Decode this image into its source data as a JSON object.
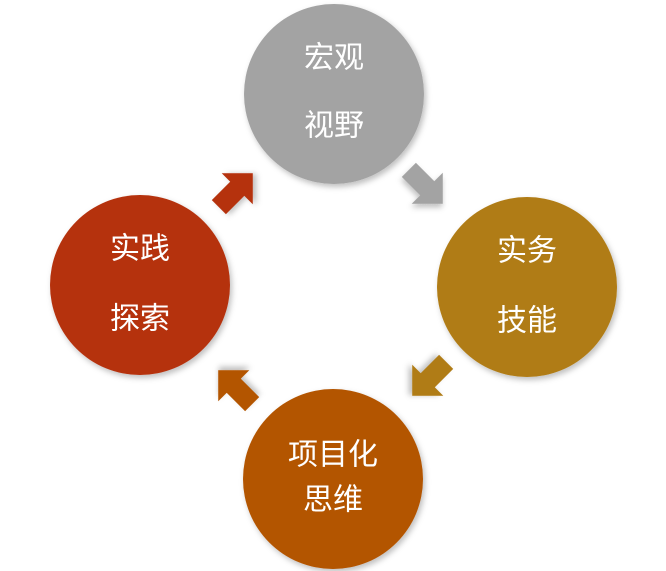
{
  "diagram": {
    "nodes": [
      {
        "id": "macro-vision",
        "lines": [
          "宏观",
          "视野"
        ],
        "color": "#a3a3a3"
      },
      {
        "id": "practical-skills",
        "lines": [
          "实务",
          "技能"
        ],
        "color": "#b07c14"
      },
      {
        "id": "project-thinking",
        "lines": [
          "项目化",
          "思维"
        ],
        "color": "#b35400"
      },
      {
        "id": "practice-exploration",
        "lines": [
          "实践",
          "探索"
        ],
        "color": "#b53210"
      }
    ],
    "arrows": [
      {
        "from": "macro-vision",
        "to": "practical-skills",
        "color": "#a3a3a3"
      },
      {
        "from": "practical-skills",
        "to": "project-thinking",
        "color": "#b07c14"
      },
      {
        "from": "project-thinking",
        "to": "practice-exploration",
        "color": "#b35400"
      },
      {
        "from": "practice-exploration",
        "to": "macro-vision",
        "color": "#b53210"
      }
    ]
  }
}
